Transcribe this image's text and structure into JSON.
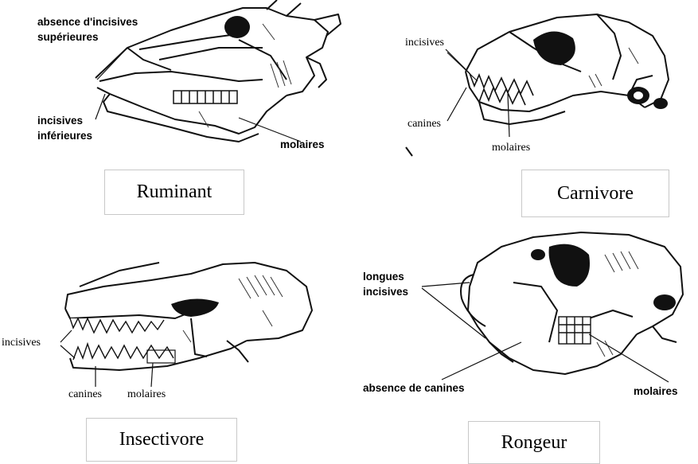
{
  "panels": {
    "ruminant": {
      "caption": "Ruminant",
      "labels": {
        "upper_incisors_absent_line1": "absence d'incisives",
        "upper_incisors_absent_line2": "supérieures",
        "lower_incisors_line1": "incisives",
        "lower_incisors_line2": "inférieures",
        "molars": "molaires"
      }
    },
    "carnivore": {
      "caption": "Carnivore",
      "labels": {
        "incisors": "incisives",
        "canines": "canines",
        "molars": "molaires"
      }
    },
    "insectivore": {
      "caption": "Insectivore",
      "labels": {
        "incisors": "incisives",
        "canines": "canines",
        "molars": "molaires"
      }
    },
    "rongeur": {
      "caption": "Rongeur",
      "labels": {
        "long_incisors_line1": "longues",
        "long_incisors_line2": "incisives",
        "canines_absent": "absence de canines",
        "molars": "molaires"
      }
    }
  }
}
